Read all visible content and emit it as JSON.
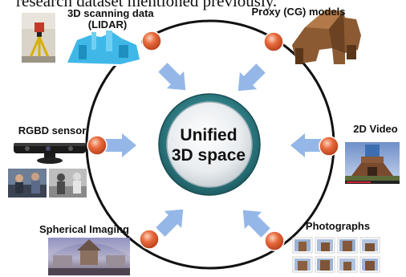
{
  "header": {
    "text": "research dataset mentioned previously."
  },
  "center": {
    "line1": "Unified",
    "line2": "3D space"
  },
  "sources": {
    "lidar": {
      "line1": "3D scanning data",
      "line2": "(LIDAR)"
    },
    "proxy": {
      "label": "Proxy (CG) models"
    },
    "rgbd": {
      "label": "RGBD sensor"
    },
    "video": {
      "label": "2D Video"
    },
    "spherical": {
      "label": "Spherical Imaging"
    },
    "photos": {
      "label": "Photographs"
    }
  },
  "colors": {
    "ring": "#111111",
    "node": "#e86a3c",
    "arrow": "#8fb4e6",
    "hub_outer": "#2f7f86",
    "hub_inner": "#e8ecef"
  }
}
